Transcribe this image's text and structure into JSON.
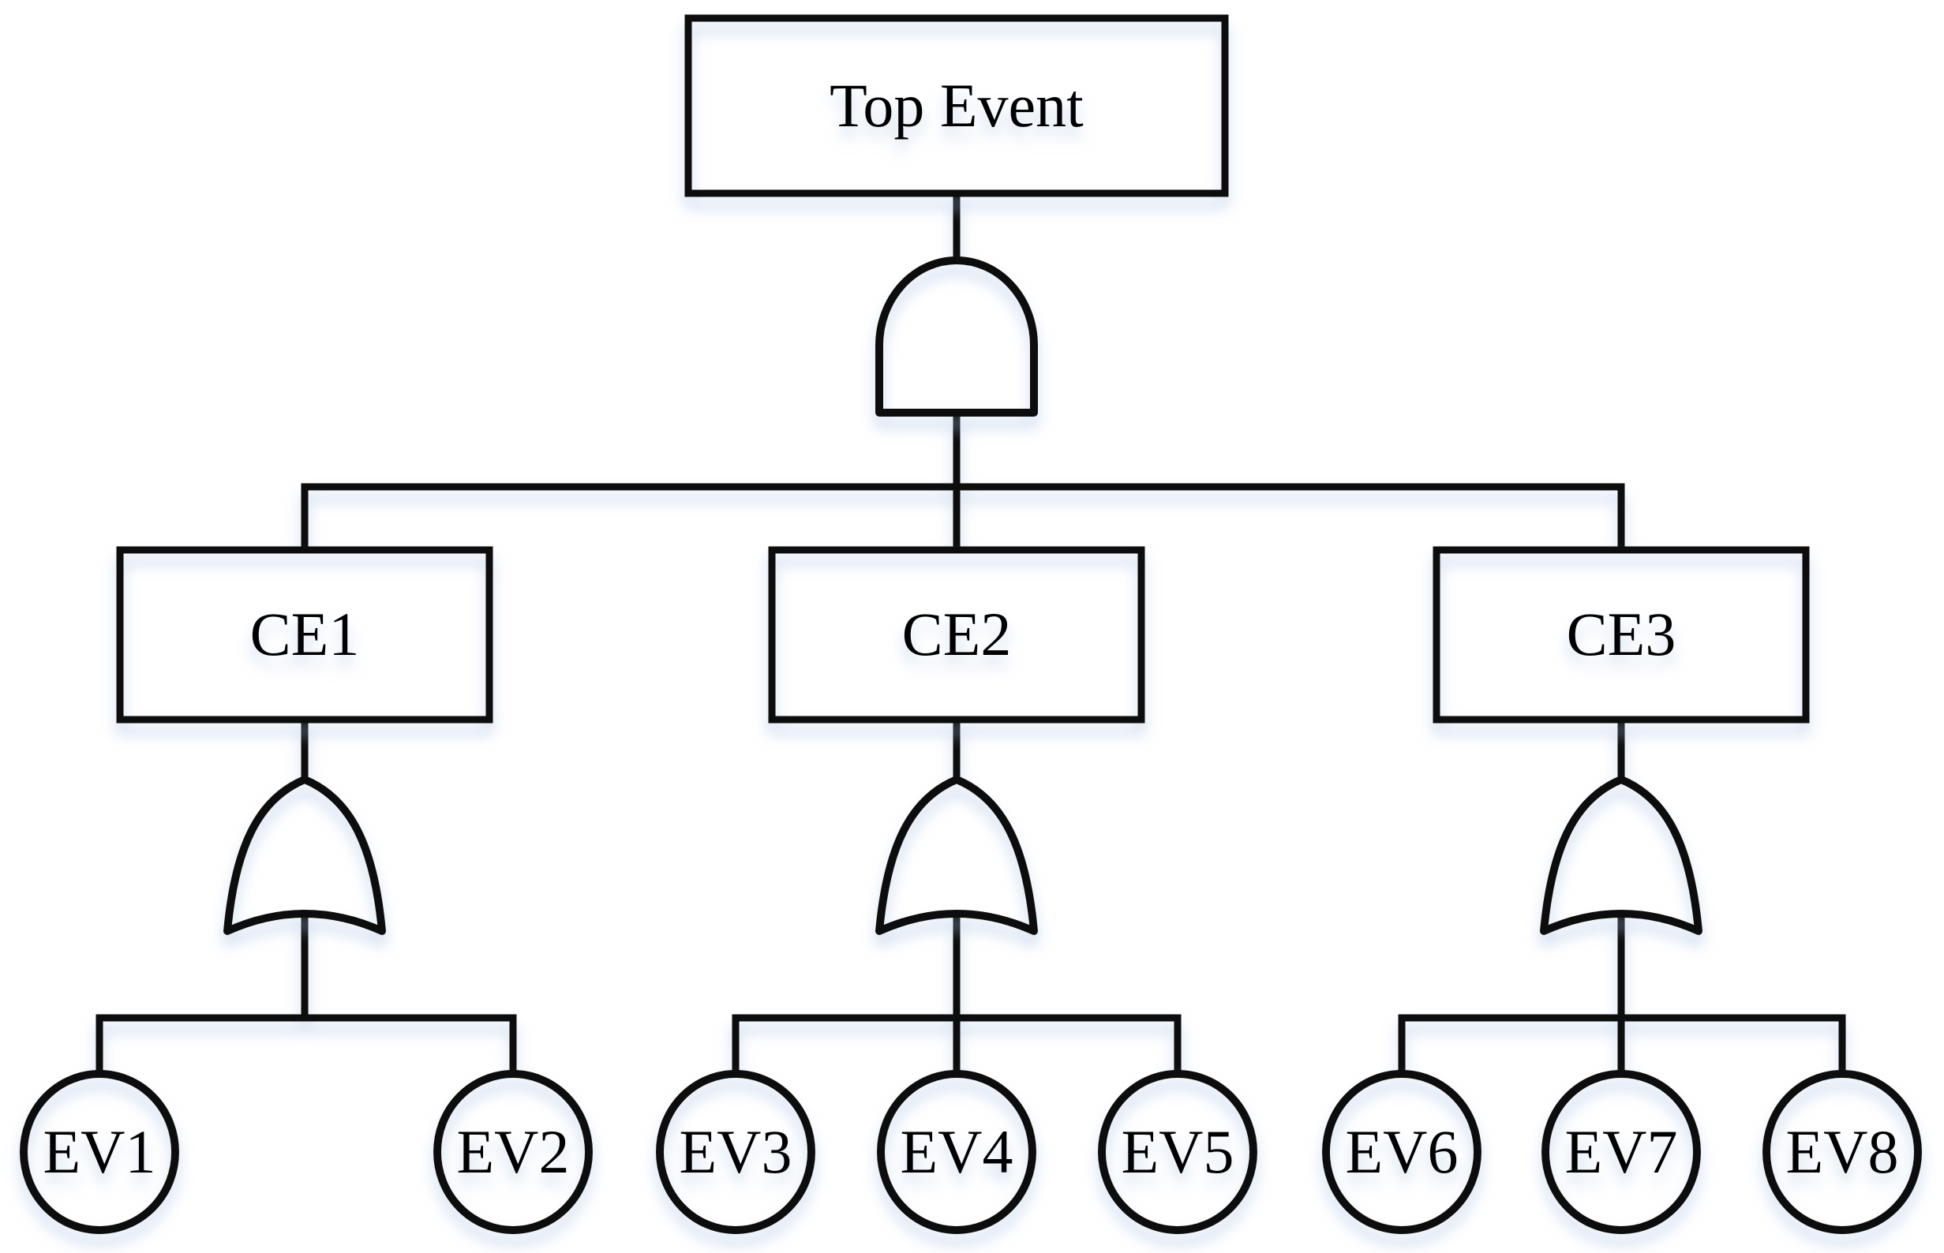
{
  "diagram_type": "fault-tree",
  "colors": {
    "background": "#ffffff",
    "stroke": "#0b0b0b",
    "fill": "#ffffff",
    "shadow": "#a9c2e4",
    "text": "#000000"
  },
  "nodes": {
    "top_event": {
      "label": "Top Event",
      "kind": "top-event",
      "gate": "AND",
      "children": [
        "CE1",
        "CE2",
        "CE3"
      ]
    },
    "ce1": {
      "label": "CE1",
      "kind": "intermediate-event",
      "gate": "OR",
      "children": [
        "EV1",
        "EV2"
      ]
    },
    "ce2": {
      "label": "CE2",
      "kind": "intermediate-event",
      "gate": "OR",
      "children": [
        "EV3",
        "EV4",
        "EV5"
      ]
    },
    "ce3": {
      "label": "CE3",
      "kind": "intermediate-event",
      "gate": "OR",
      "children": [
        "EV6",
        "EV7",
        "EV8"
      ]
    },
    "ev1": {
      "label": "EV1",
      "kind": "basic-event"
    },
    "ev2": {
      "label": "EV2",
      "kind": "basic-event"
    },
    "ev3": {
      "label": "EV3",
      "kind": "basic-event"
    },
    "ev4": {
      "label": "EV4",
      "kind": "basic-event"
    },
    "ev5": {
      "label": "EV5",
      "kind": "basic-event"
    },
    "ev6": {
      "label": "EV6",
      "kind": "basic-event"
    },
    "ev7": {
      "label": "EV7",
      "kind": "basic-event"
    },
    "ev8": {
      "label": "EV8",
      "kind": "basic-event"
    }
  }
}
